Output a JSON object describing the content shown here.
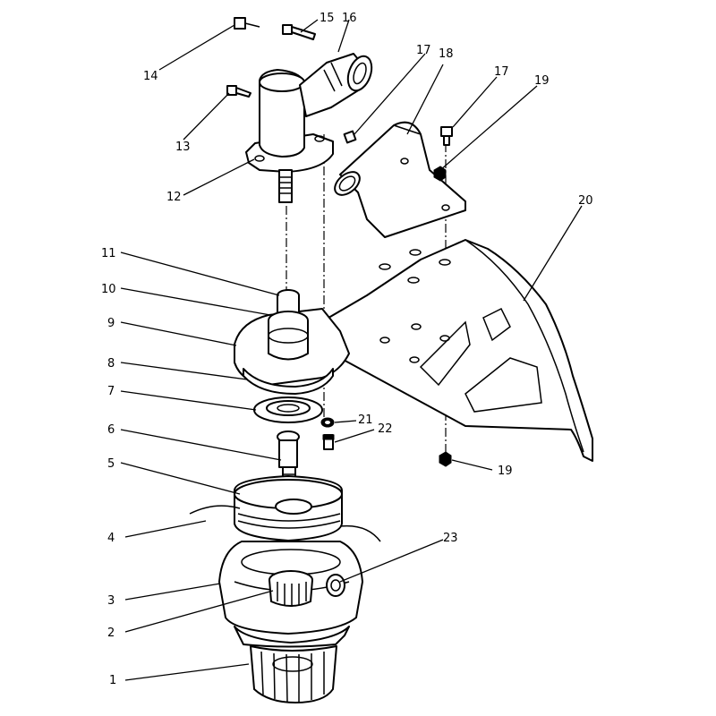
{
  "callouts": [
    {
      "id": "1",
      "label": "1"
    },
    {
      "id": "2",
      "label": "2"
    },
    {
      "id": "3",
      "label": "3"
    },
    {
      "id": "4",
      "label": "4"
    },
    {
      "id": "5",
      "label": "5"
    },
    {
      "id": "6",
      "label": "6"
    },
    {
      "id": "7",
      "label": "7"
    },
    {
      "id": "8",
      "label": "8"
    },
    {
      "id": "9",
      "label": "9"
    },
    {
      "id": "10",
      "label": "10"
    },
    {
      "id": "11",
      "label": "11"
    },
    {
      "id": "12",
      "label": "12"
    },
    {
      "id": "13",
      "label": "13"
    },
    {
      "id": "14",
      "label": "14"
    },
    {
      "id": "15",
      "label": "15"
    },
    {
      "id": "16",
      "label": "16"
    },
    {
      "id": "17a",
      "label": "17"
    },
    {
      "id": "17b",
      "label": "17"
    },
    {
      "id": "18",
      "label": "18"
    },
    {
      "id": "19a",
      "label": "19"
    },
    {
      "id": "19b",
      "label": "19"
    },
    {
      "id": "20",
      "label": "20"
    },
    {
      "id": "21",
      "label": "21"
    },
    {
      "id": "22",
      "label": "22"
    },
    {
      "id": "23",
      "label": "23"
    }
  ]
}
